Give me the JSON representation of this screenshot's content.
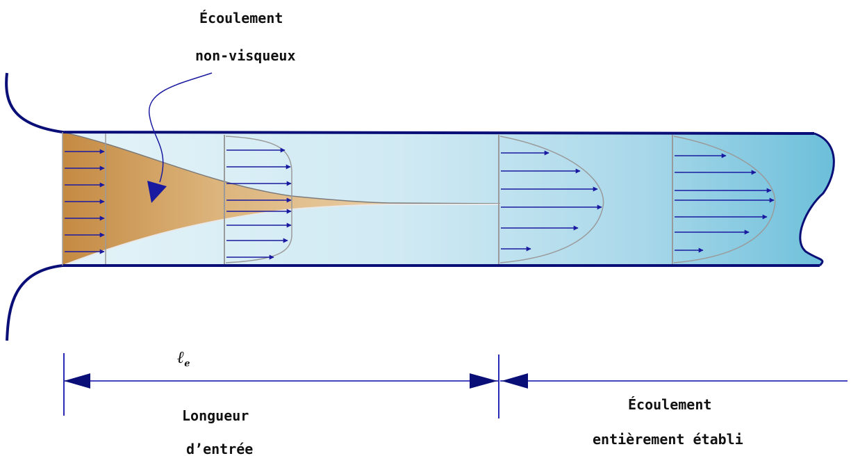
{
  "labels": {
    "inviscid_line1": "Écoulement",
    "inviscid_line2": "non-visqueux",
    "entry_symbol": "ℓ",
    "entry_symbol_sub": "e",
    "entry_line1": "Longueur",
    "entry_line2": "d’entrée",
    "developed_line1": "Écoulement",
    "developed_line2": "entièrement établi"
  },
  "colors": {
    "wall": "#0a0f78",
    "arrow": "#1a1aa0",
    "core_light": "#e8c99a",
    "core_dark": "#c9934e",
    "pipe_light": "#d8eef6",
    "pipe_dark": "#78c4dc",
    "dimension": "#2a2ab4",
    "profile_line": "#9a9a9a"
  }
}
